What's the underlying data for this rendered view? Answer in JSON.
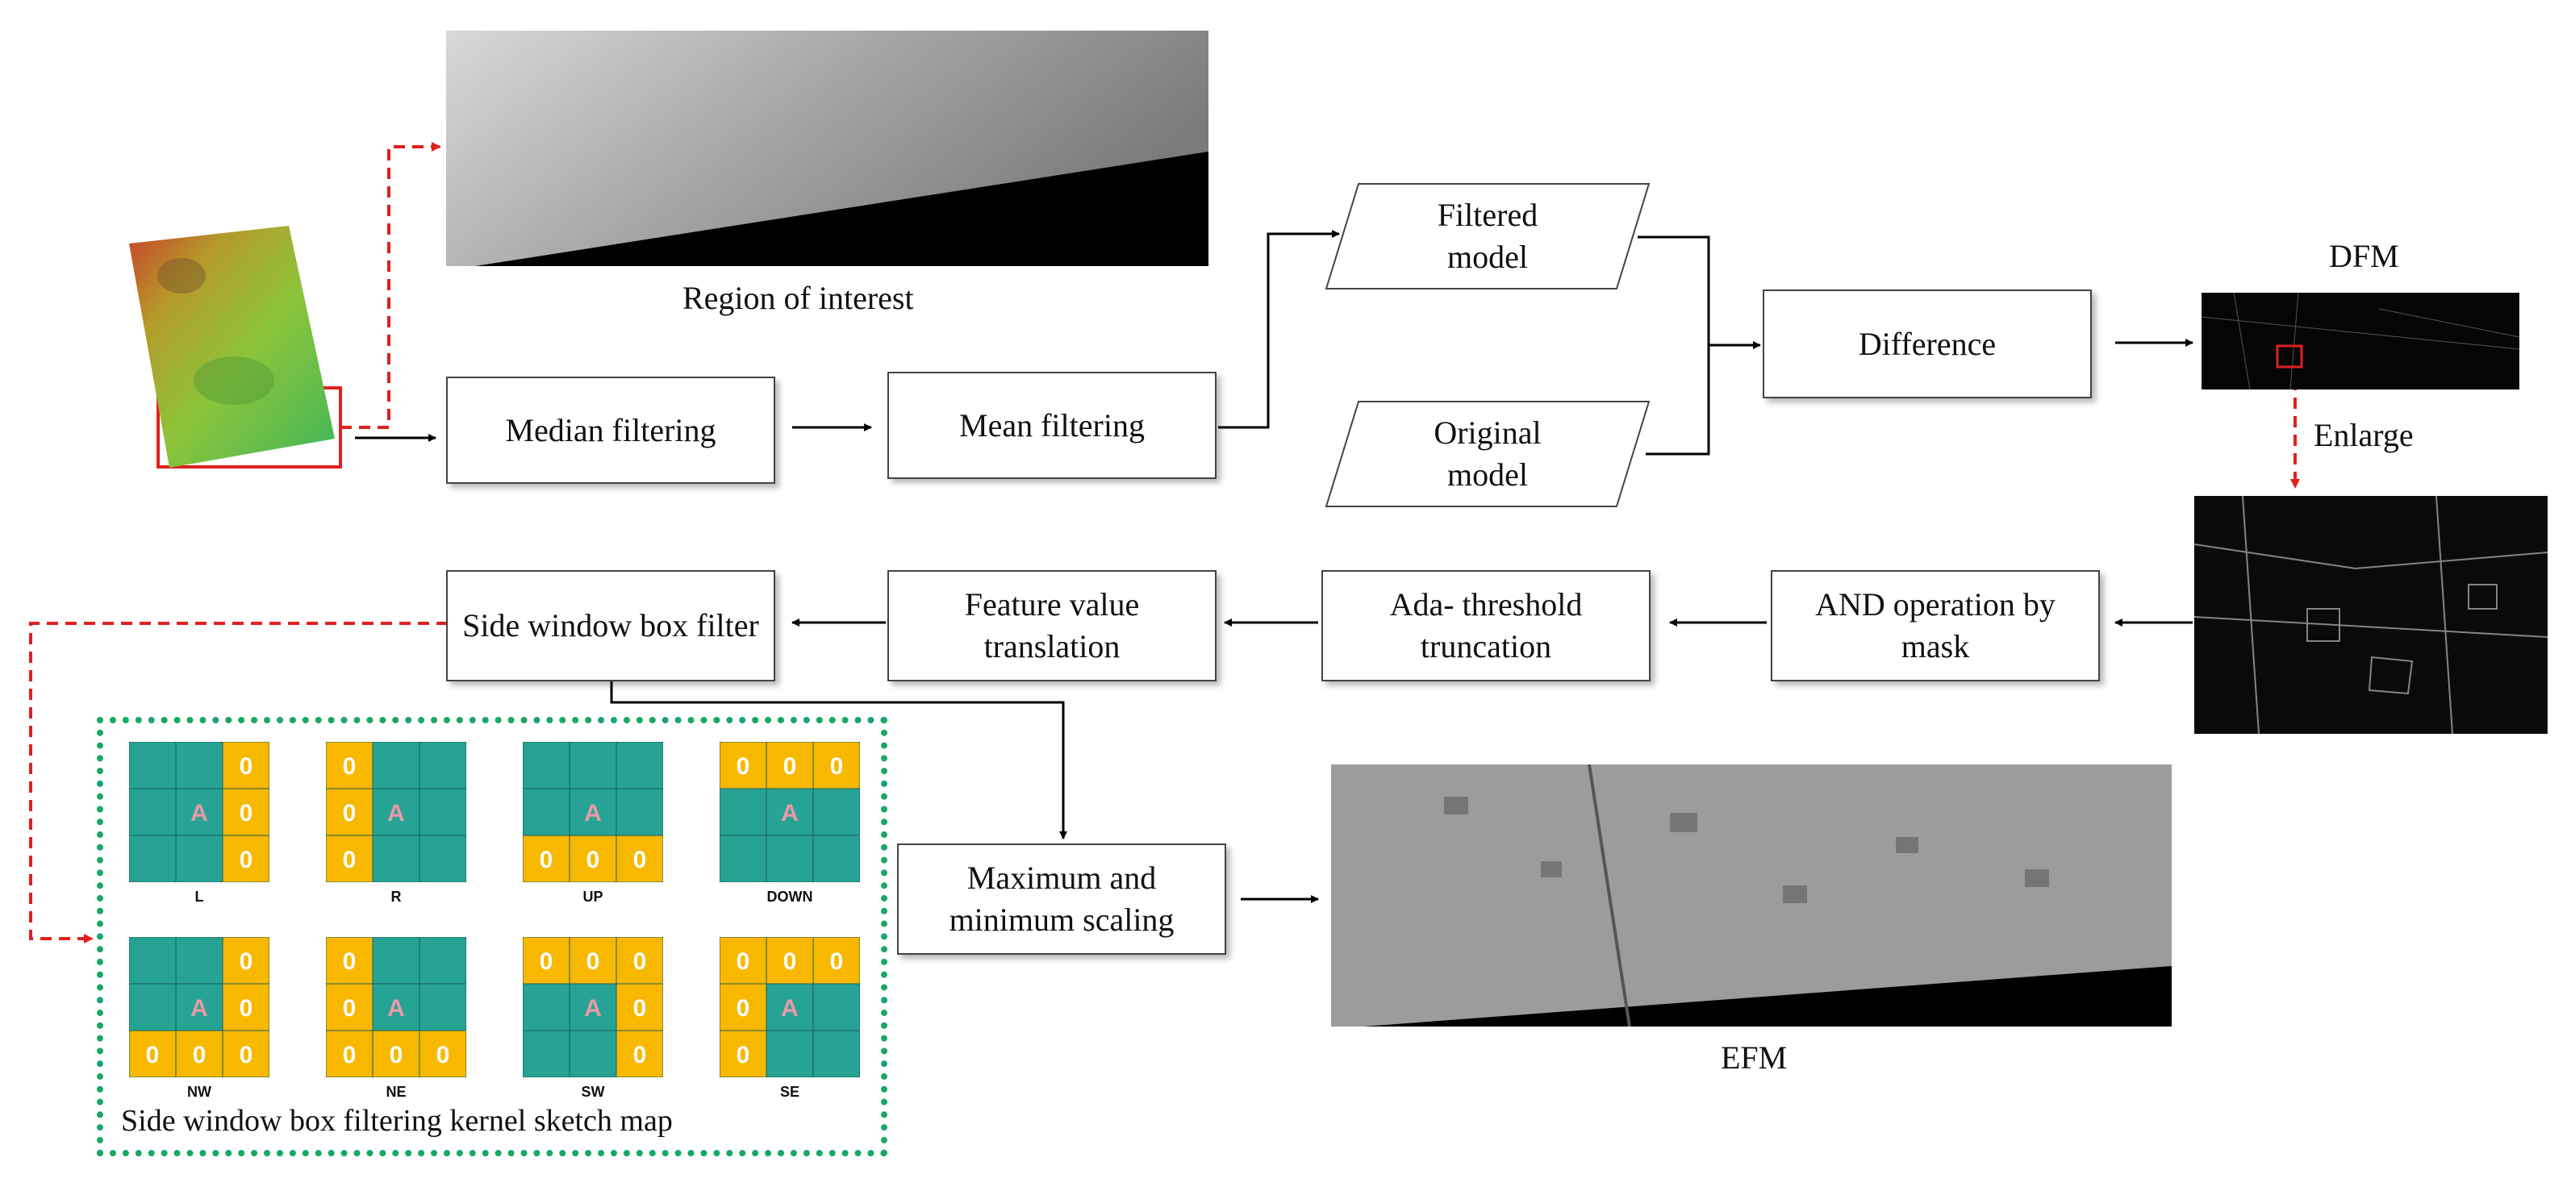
{
  "nodes": {
    "median": "Median filtering",
    "mean": "Mean filtering",
    "filtered_model": "Filtered model",
    "original_model": "Original model",
    "difference": "Difference",
    "and_mask": "AND operation by mask",
    "ada_threshold": "Ada- threshold truncation",
    "feature_translation": "Feature value translation",
    "side_window": "Side window box filter",
    "max_min_scaling": "Maximum and minimum scaling"
  },
  "labels": {
    "region_of_interest": "Region of interest",
    "dfm": "DFM",
    "enlarge": "Enlarge",
    "efm": "EFM",
    "kernel_caption": "Side window box filtering kernel sketch map"
  },
  "kernels": [
    {
      "name": "L",
      "zeros": [
        2,
        5,
        8
      ],
      "a_cell": 4
    },
    {
      "name": "R",
      "zeros": [
        0,
        3,
        6
      ],
      "a_cell": 4
    },
    {
      "name": "UP",
      "zeros": [
        6,
        7,
        8
      ],
      "a_cell": 4
    },
    {
      "name": "DOWN",
      "zeros": [
        0,
        1,
        2
      ],
      "a_cell": 4
    },
    {
      "name": "NW",
      "zeros": [
        2,
        5,
        6,
        7,
        8
      ],
      "a_cell": 4
    },
    {
      "name": "NE",
      "zeros": [
        0,
        3,
        6,
        7,
        8
      ],
      "a_cell": 4
    },
    {
      "name": "SW",
      "zeros": [
        0,
        1,
        2,
        5,
        8
      ],
      "a_cell": 4
    },
    {
      "name": "SE",
      "zeros": [
        0,
        1,
        2,
        3,
        6
      ],
      "a_cell": 4
    }
  ],
  "kernel_text": {
    "zero": "0",
    "anchor": "A"
  },
  "colors": {
    "kernel_teal": "#26a394",
    "kernel_orange": "#f8b800",
    "anchor_text": "#e89aa8",
    "red_arrow": "#e02020",
    "dotted_border": "#19a866"
  }
}
